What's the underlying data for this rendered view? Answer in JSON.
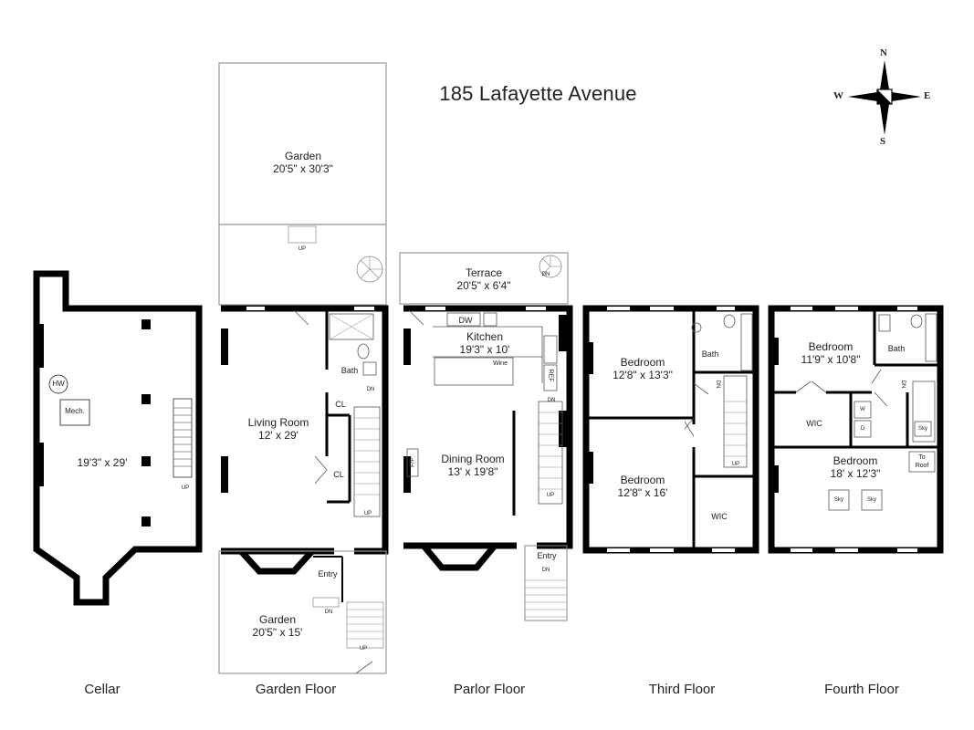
{
  "title": "185 Lafayette Avenue",
  "compass": {
    "n": "N",
    "s": "S",
    "e": "E",
    "w": "W"
  },
  "floors": {
    "cellar": {
      "label": "Cellar",
      "dims": "19'3\" x 29'",
      "hw": "HW",
      "mech": "Mech.",
      "up": "UP"
    },
    "garden_floor": {
      "label": "Garden Floor",
      "rear_garden": {
        "name": "Garden",
        "dims": "20'5\" x 30'3\""
      },
      "living_room": {
        "name": "Living Room",
        "dims": "12' x 29'"
      },
      "bath": "Bath",
      "closet1": "CL",
      "closet2": "CL",
      "entry": "Entry",
      "front_garden": {
        "name": "Garden",
        "dims": "20'5\" x 15'"
      },
      "up1": "UP",
      "up2": "UP",
      "up3": "UP",
      "dn1": "DN",
      "dn2": "DN"
    },
    "parlor_floor": {
      "label": "Parlor Floor",
      "terrace": {
        "name": "Terrace",
        "dims": "20'5\" x 6'4\""
      },
      "kitchen": {
        "name": "Kitchen",
        "dims": "19'3\" x 10'"
      },
      "dw": "DW",
      "wine": "Wine",
      "ref": "REF",
      "dining_room": {
        "name": "Dining Room",
        "dims": "13' x 19'8\""
      },
      "fp": "F/P",
      "entry": "Entry",
      "dn1": "DN",
      "dn2": "DN",
      "dn3": "DN",
      "up": "UP"
    },
    "third_floor": {
      "label": "Third Floor",
      "bedroom1": {
        "name": "Bedroom",
        "dims": "12'8\" x 13'3\""
      },
      "bedroom2": {
        "name": "Bedroom",
        "dims": "12'8\" x 16'"
      },
      "bath": "Bath",
      "wic": "WIC",
      "up": "UP",
      "dn": "DN"
    },
    "fourth_floor": {
      "label": "Fourth Floor",
      "bedroom1": {
        "name": "Bedroom",
        "dims": "11'9\" x 10'8\""
      },
      "bedroom2": {
        "name": "Bedroom",
        "dims": "18' x 12'3\""
      },
      "bath": "Bath",
      "wic": "WIC",
      "w": "W",
      "d": "D",
      "sky1": "Sky",
      "sky2": "Sky",
      "sky3": "Sky",
      "to_roof": "To Roof",
      "dn": "DN"
    }
  }
}
